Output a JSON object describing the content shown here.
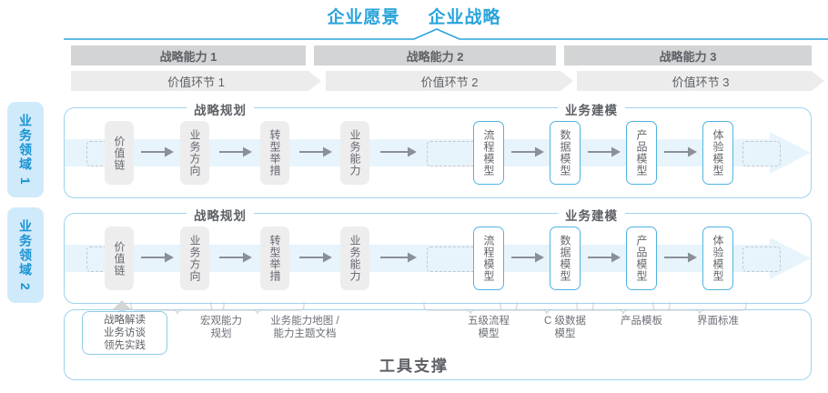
{
  "header": {
    "title_left": "企业愿景",
    "title_right": "企业战略"
  },
  "capabilities": [
    {
      "label": "战略能力 1"
    },
    {
      "label": "战略能力 2"
    },
    {
      "label": "战略能力 3"
    }
  ],
  "value_chain": [
    {
      "label": "价值环节 1"
    },
    {
      "label": "价值环节 2"
    },
    {
      "label": "价值环节 3"
    }
  ],
  "domains": [
    {
      "label": "业务领域 1"
    },
    {
      "label": "业务领域 2"
    }
  ],
  "sections": {
    "planning": "战略规划",
    "modeling": "业务建模"
  },
  "planning_steps": [
    {
      "label": "价值链"
    },
    {
      "label": "业务方向"
    },
    {
      "label": "转型举措"
    },
    {
      "label": "业务能力"
    }
  ],
  "modeling_steps": [
    {
      "label": "流程模型"
    },
    {
      "label": "数据模型"
    },
    {
      "label": "产品模型"
    },
    {
      "label": "体验模型"
    }
  ],
  "tools": {
    "chip": "战略解读\n业务访谈\n领先实践",
    "chip_lines": [
      "战略解读",
      "业务访谈",
      "领先实践"
    ],
    "items": [
      {
        "lines": [
          "宏观能力",
          "规划"
        ]
      },
      {
        "lines": [
          "业务能力地图 /",
          "能力主题文档"
        ]
      },
      {
        "lines": [
          "五级流程",
          "模型"
        ]
      },
      {
        "lines": [
          "C 级数据",
          "模型"
        ]
      },
      {
        "lines": [
          "产品模板"
        ]
      },
      {
        "lines": [
          "界面标准"
        ]
      }
    ],
    "support_title": "工具支撑"
  },
  "colors": {
    "accent_blue": "#29a3dc",
    "border_blue": "#9ed3ee",
    "box_blue": "#4fb4e3",
    "grey_header": "#d2d4d5",
    "grey_value": "#ececec",
    "grey_box": "#ededee",
    "tab_blue_bg": "#cfeafb",
    "tab_blue_text": "#1893d4",
    "flow_blue": "#e8f4fb",
    "text_grey": "#6b6f76"
  }
}
